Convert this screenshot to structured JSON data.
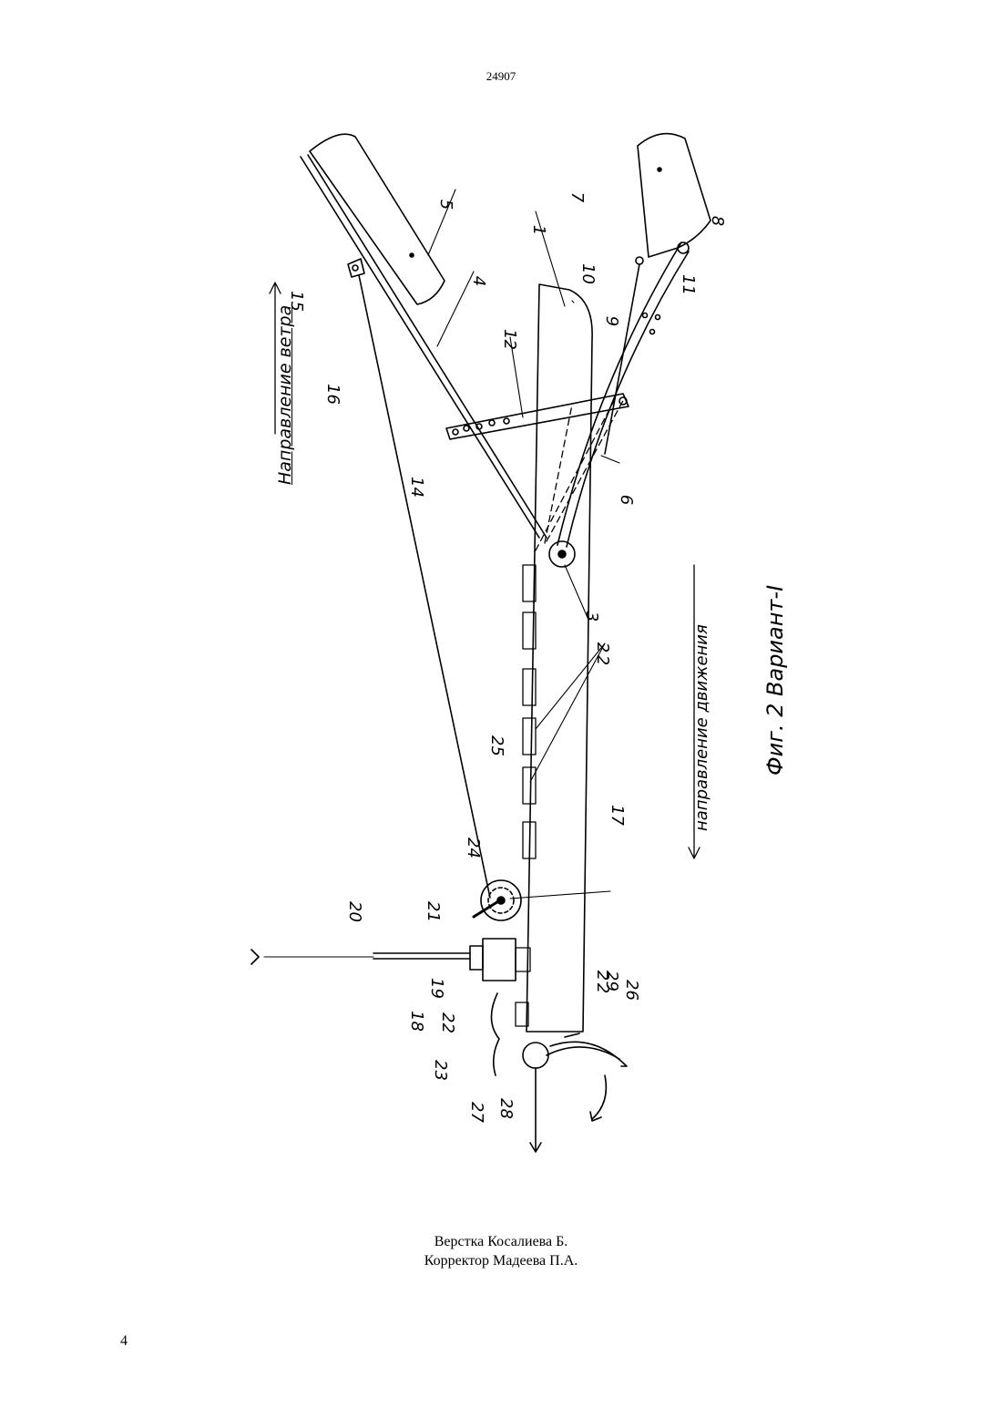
{
  "header": {
    "doc_number": "24907"
  },
  "figure": {
    "caption": "Фиг. 2 Вариант-I",
    "wind_direction_label": "Направление ветра",
    "movement_direction_label": "направление движения",
    "part_labels": [
      "1",
      "2",
      "2",
      "2",
      "2",
      "3",
      "4",
      "5",
      "6",
      "7",
      "8",
      "9",
      "10",
      "11",
      "12",
      "14",
      "15",
      "16",
      "17",
      "18",
      "19",
      "20",
      "21",
      "22",
      "23",
      "24",
      "25",
      "26",
      "27",
      "28",
      "29"
    ]
  },
  "footer": {
    "line1": "Верстка Косалиева Б.",
    "line2": "Корректор Мадеева П.А."
  },
  "page": {
    "number": "4"
  }
}
